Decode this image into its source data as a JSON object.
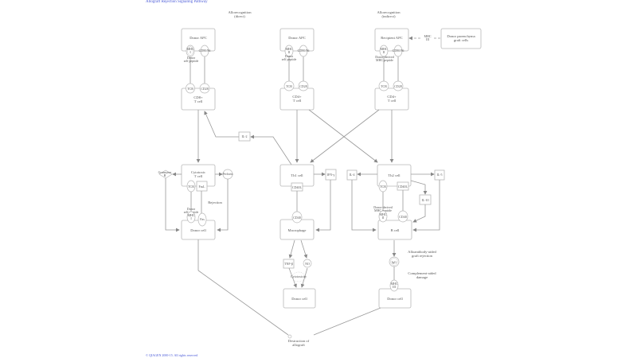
{
  "header": {
    "title": "Allograft Rejection Signaling Pathway"
  },
  "footer": {
    "copyright": "© QIAGEN 2000-15. All rights reserved"
  },
  "sections": {
    "direct": [
      "Allorecognition",
      "(direct)"
    ],
    "indirect": [
      "Allorecognition",
      "(indirect)"
    ]
  },
  "nodes": {
    "donor_apc_1": "Donor APC",
    "donor_apc_2": "Donor APC",
    "recipient_apc": "Recipient APC",
    "donor_parenchyma": [
      "Donor parenchyma",
      "graft cells"
    ],
    "mhc_i_1": [
      "MHC",
      "I"
    ],
    "mhc_ii_1": [
      "MHC",
      "II"
    ],
    "mhc_ii_2": [
      "MHC",
      "II"
    ],
    "mhc_ii_3": [
      "MHC",
      "III"
    ],
    "cd80_86": "CD80/86",
    "donor_self_peptide": [
      "Donor",
      "self peptide"
    ],
    "donor_derived_peptide": [
      "Donor-derived",
      "MHC peptide"
    ],
    "tcr": "TCR",
    "cd28": "CD28",
    "cd8_tcell": [
      "CD8+",
      "T cell"
    ],
    "cd4_tcell": [
      "CD4+",
      "T cell"
    ],
    "il2": "IL-2",
    "cytotoxic_tcell": [
      "Cytotoxic",
      "T cell"
    ],
    "granzyme_b": [
      "Granzyme",
      "B"
    ],
    "perforin": "Perforin",
    "fasl": "FasL",
    "fas": "Fas",
    "rejection": "Rejection",
    "donor_cell": "Donor cell",
    "th1_cell": "Th1 cell",
    "cd40l": "CD40L",
    "ifn_g": "IFN-γ",
    "cd40": "CD40",
    "macrophage": "Macrophage",
    "tnf_b": "TNF-β",
    "no": "NO",
    "cytotoxicity": "Cytotoxicity",
    "th2_cell": "Th2 cell",
    "il4": "IL-4",
    "il5": "IL-5",
    "il10": "IL-10",
    "b_cell": "B cell",
    "igg": "IgG",
    "antibody_rejection": [
      "Alloantibody-aided",
      "graft rejection"
    ],
    "complement": [
      "Complement-aided",
      "damage"
    ],
    "destruction": [
      "Destruction of",
      "allograft"
    ]
  }
}
